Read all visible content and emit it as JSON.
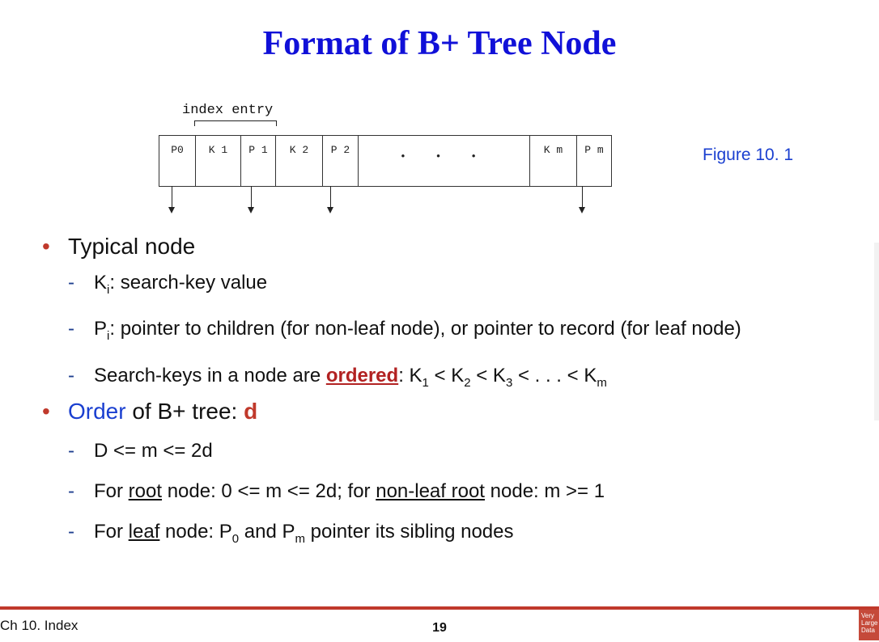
{
  "slide": {
    "title": "Format of B+ Tree Node",
    "figure_caption": "Figure 10. 1"
  },
  "diagram": {
    "index_label": "index entry",
    "cells": [
      {
        "label": "P0"
      },
      {
        "label": "K 1"
      },
      {
        "label": "P 1"
      },
      {
        "label": "K 2"
      },
      {
        "label": "P 2"
      },
      {
        "label": "• • •"
      },
      {
        "label": "K m"
      },
      {
        "label": "P m"
      }
    ]
  },
  "bullets": {
    "typical": {
      "label": "Typical node",
      "items": {
        "ki_K": "K",
        "ki_sub": "i",
        "ki_rest": ": search-key value",
        "pi_P": "P",
        "pi_sub": "i",
        "pi_rest": ": pointer to children (for non-leaf node), or pointer to record (for leaf node)",
        "sk_pre": "Search-keys in a node are ",
        "sk_ordered": "ordered",
        "sk_post": ": K",
        "sk_1": "1",
        "sk_lt1": " < K",
        "sk_2": "2",
        "sk_lt2": " < K",
        "sk_3": "3",
        "sk_lt3": " < . . . < K",
        "sk_m": "m"
      }
    },
    "order": {
      "pre": "Order",
      "mid": " of B+ tree: ",
      "d": "d",
      "items": {
        "range": "D <= m <= 2d",
        "root_pre": "For ",
        "root_u": "root",
        "root_mid": " node: 0 <= m <= 2d; for ",
        "root_u2": "non-leaf root",
        "root_post": " node: m >= 1",
        "leaf_pre": "For ",
        "leaf_u": "leaf",
        "leaf_mid": " node: P",
        "leaf_0": "0",
        "leaf_and": " and P",
        "leaf_m": "m",
        "leaf_post": " pointer its sibling nodes"
      }
    }
  },
  "footer": {
    "chapter": "Ch 10. Index",
    "page": "19",
    "logo_text": "Very Large Data"
  }
}
